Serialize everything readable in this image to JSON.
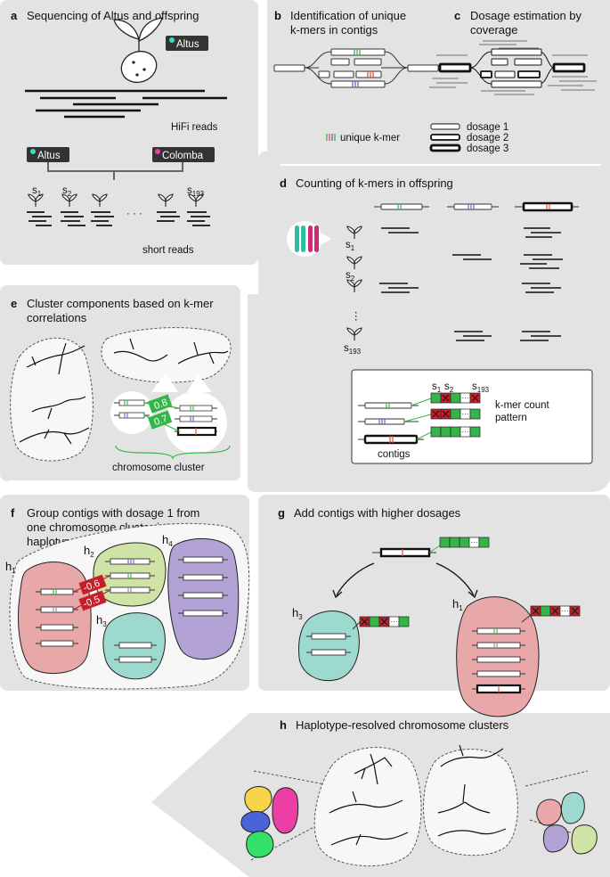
{
  "panels": {
    "a": {
      "letter": "a",
      "title": "Sequencing of Altus and offspring",
      "altus_tag": "Altus",
      "hifi": "HiFi reads",
      "parent1": "Altus",
      "parent2": "Colomba",
      "s1": "s",
      "s1_sub": "1",
      "s2": "s",
      "s2_sub": "2",
      "s193": "s",
      "s193_sub": "193",
      "dots": "· · ·",
      "short_reads": "short reads"
    },
    "b": {
      "letter": "b",
      "title_line1": "Identification of unique",
      "title_line2": "k-mers in contigs",
      "legend_kmer": "unique k-mer"
    },
    "c": {
      "letter": "c",
      "title_line1": "Dosage estimation by",
      "title_line2": "coverage",
      "dosage1": "dosage 1",
      "dosage2": "dosage 2",
      "dosage3": "dosage 3"
    },
    "d": {
      "letter": "d",
      "title": "Counting of k-mers in offspring",
      "s1": "s",
      "s1_sub": "1",
      "s2": "s",
      "s2_sub": "2",
      "vdots": "⋮",
      "s193": "s",
      "s193_sub": "193",
      "box_s1": "s",
      "box_s1_sub": "1",
      "box_s2": "s",
      "box_s2_sub": "2",
      "box_s193": "s",
      "box_s193_sub": "193",
      "pattern_line1": "k-mer count",
      "pattern_line2": "pattern",
      "contigs": "contigs",
      "cell_dots": "···"
    },
    "e": {
      "letter": "e",
      "title_line1": "Cluster components based on k-mer",
      "title_line2": "correlations",
      "corr1": "0.8",
      "corr2": "0.7",
      "cluster_label": "chromosome cluster"
    },
    "f": {
      "letter": "f",
      "title_line1": "Group contigs with dosage 1 from",
      "title_line2": "one chromosome cluster into",
      "title_line3": "haplotypes",
      "h1": "h",
      "h1_sub": "1",
      "h2": "h",
      "h2_sub": "2",
      "h3": "h",
      "h3_sub": "3",
      "h4": "h",
      "h4_sub": "4",
      "neg1": "-0.6",
      "neg2": "-0.5"
    },
    "g": {
      "letter": "g",
      "title": "Add contigs with higher dosages",
      "h3": "h",
      "h3_sub": "3",
      "h1": "h",
      "h1_sub": "1",
      "cell_dots": "···"
    },
    "h": {
      "letter": "h",
      "title": "Haplotype-resolved chromosome clusters"
    }
  },
  "colors": {
    "panel_bg": "#e3e3e3",
    "pink": "#e8a7a9",
    "lightgreen": "#cfe3a6",
    "teal": "#9dd9cf",
    "purple": "#b3a2d6",
    "kmer_green": "#35b44a",
    "kmer_red": "#c61f2b",
    "kmer_purple": "#6f5fc1",
    "kmer_orange": "#e0543b",
    "yellow": "#f6d54a",
    "blue": "#4b63d9",
    "magenta": "#ec3fa6",
    "green": "#35e06a"
  }
}
